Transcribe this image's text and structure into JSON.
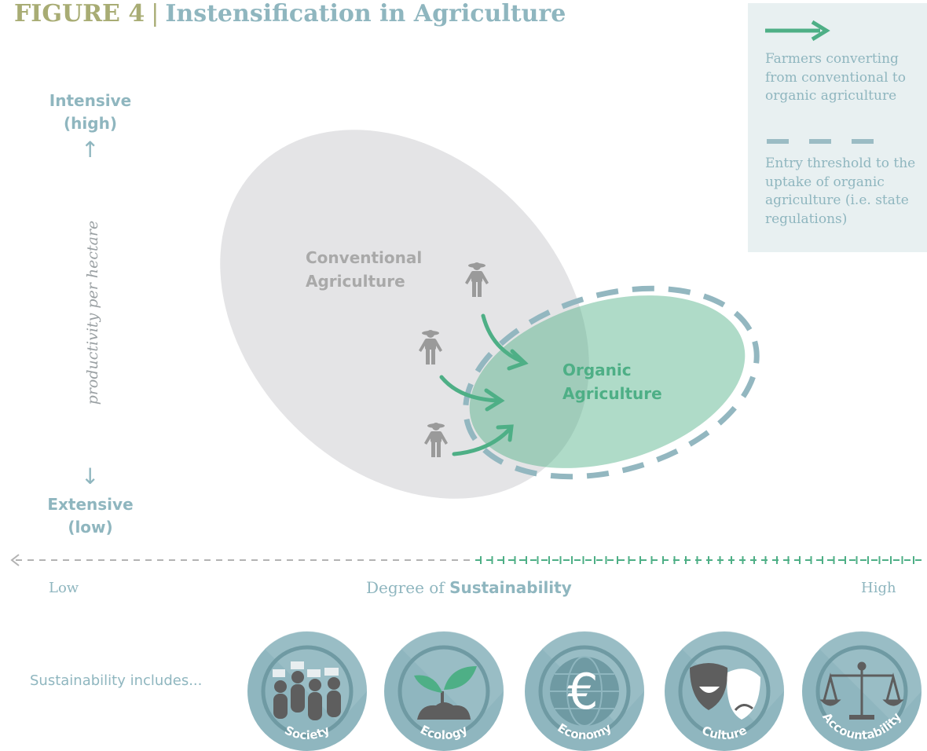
{
  "header": {
    "figure_number": "FIGURE 4",
    "separator": "|",
    "title": "Instensification in Agriculture"
  },
  "legend": {
    "arrow_text": "Farmers converting from conventional to organic agriculture",
    "dashed_text": "Entry threshold to the uptake of organic agriculture (i.e. state regulations)"
  },
  "y_axis": {
    "high_line1": "Intensive",
    "high_line2": "(high)",
    "low_line1": "Extensive",
    "low_line2": "(low)",
    "title": "productivity per hectare",
    "up_arrow": "↑",
    "down_arrow": "↓"
  },
  "x_axis": {
    "low": "Low",
    "high": "High",
    "title_prefix": "Degree of ",
    "title_bold": "Sustainability"
  },
  "regions": {
    "conventional_line1": "Conventional",
    "conventional_line2": "Agriculture",
    "organic_line1": "Organic",
    "organic_line2": "Agriculture"
  },
  "sustainability": {
    "label": "Sustainability includes...",
    "badges": [
      {
        "label": "Society",
        "icon": "people-icon"
      },
      {
        "label": "Ecology",
        "icon": "seedling-icon"
      },
      {
        "label": "Economy",
        "icon": "euro-globe-icon"
      },
      {
        "label": "Culture",
        "icon": "theatre-masks-icon"
      },
      {
        "label": "Accountability",
        "icon": "scales-icon"
      }
    ]
  },
  "colors": {
    "green": "#4eaf86",
    "teal": "#8fb6bf",
    "olive": "#a8ac74",
    "grey": "#a9a9a9"
  }
}
